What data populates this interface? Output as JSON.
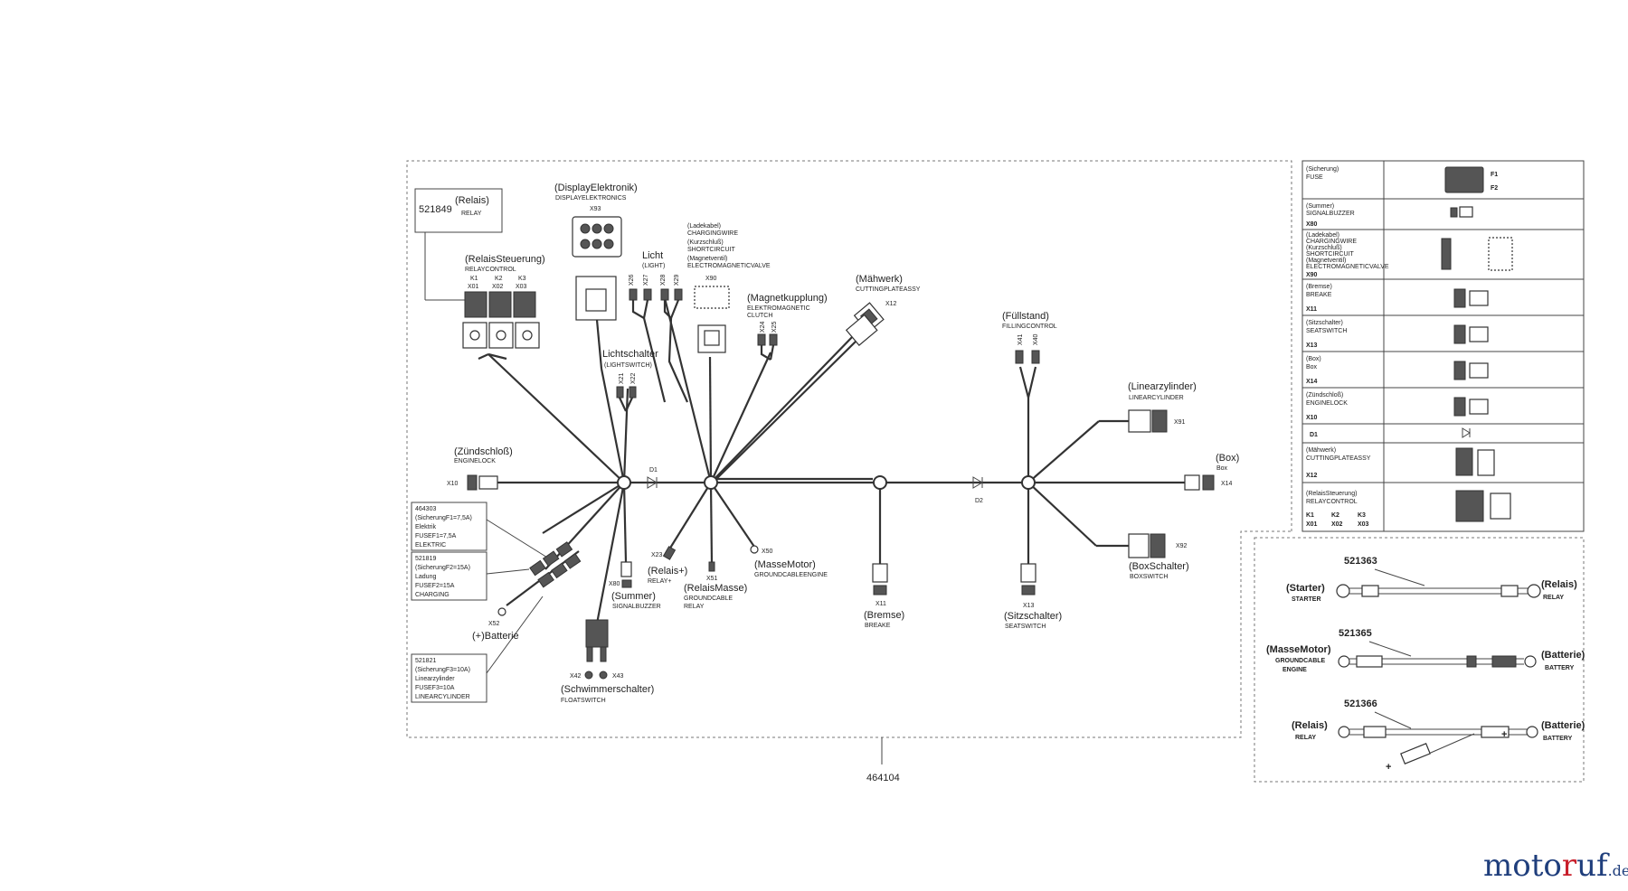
{
  "diagram": {
    "part_number": "464104",
    "relay": {
      "part": "521849",
      "name": "(Relais)",
      "sub": "RELAY"
    },
    "relay_control": {
      "name": "(RelaisSteuerung)",
      "sub": "RELAYCONTROL",
      "k1": "K1",
      "k2": "K2",
      "k3": "K3",
      "x01": "X01",
      "x02": "X02",
      "x03": "X03"
    },
    "display": {
      "name": "(DisplayElektronik)",
      "sub": "DISPLAYELEKTRONICS",
      "x": "X93"
    },
    "licht": {
      "name": "Licht",
      "sub": "(LIGHT)",
      "x26": "X26",
      "x27": "X27",
      "x28": "X28",
      "x29": "X29"
    },
    "ladekabel": {
      "l1": "(Ladekabel)",
      "l2": "CHARGINGWIRE",
      "l3": "(Kurzschluß)",
      "l4": "SHORTCIRCUIT",
      "l5": "(Magnetventil)",
      "l6": "ELECTROMAGNETICVALVE",
      "x": "X90"
    },
    "magnetkupplung": {
      "name": "(Magnetkupplung)",
      "sub1": "ELEKTROMAGNETIC",
      "sub2": "CLUTCH",
      "x24": "X24",
      "x25": "X25"
    },
    "lichtschalter": {
      "name": "Lichtschalter",
      "sub": "(LIGHTSWITCH)",
      "x21": "X21",
      "x22": "X22"
    },
    "maehwerk": {
      "name": "(Mähwerk)",
      "sub": "CUTTINGPLATEASSY",
      "x": "X12"
    },
    "fuellstand": {
      "name": "(Füllstand)",
      "sub": "FILLINGCONTROL",
      "x41": "X41",
      "x40": "X40"
    },
    "linearzylinder": {
      "name": "(Linearzylinder)",
      "sub": "LINEARCYLINDER",
      "x": "X91"
    },
    "box": {
      "name": "(Box)",
      "sub": "Box",
      "x": "X14"
    },
    "zuendschloss": {
      "name": "(Zündschloß)",
      "sub": "ENGINELOCK",
      "x": "X10"
    },
    "d1": "D1",
    "d2": "D2",
    "fuse1": {
      "l1": "464303",
      "l2": "(SicherungF1=7,5A)",
      "l3": "Elektrik",
      "l4": "FUSEF1=7,5A",
      "l5": "ELEKTRIC"
    },
    "fuse2": {
      "l1": "521819",
      "l2": "(SicherungF2=15A)",
      "l3": "Ladung",
      "l4": "FUSEF2=15A",
      "l5": "CHARGING"
    },
    "fuse3": {
      "l1": "521821",
      "l2": "(SicherungF3=10A)",
      "l3": "Linearzylinder",
      "l4": "FUSEF3=10A",
      "l5": "LINEARCYLINDER"
    },
    "batterie": {
      "x": "X52",
      "name": "(+)Batterie"
    },
    "summer": {
      "x": "X80",
      "name": "(Summer)",
      "sub": "SIGNALBUZZER"
    },
    "schwimmer": {
      "x42": "X42",
      "x43": "X43",
      "name": "(Schwimmerschalter)",
      "sub": "FLOATSWITCH"
    },
    "relais_plus": {
      "x": "X23",
      "name": "(Relais+)",
      "sub": "RELAY+"
    },
    "relais_masse": {
      "x": "X51",
      "name": "(RelaisMasse)",
      "sub1": "GROUNDCABLE",
      "sub2": "RELAY"
    },
    "masse_motor": {
      "x": "X50",
      "name": "(MasseMotor)",
      "sub": "GROUNDCABLEENGINE"
    },
    "bremse": {
      "x": "X11",
      "name": "(Bremse)",
      "sub": "BREAKE"
    },
    "sitzschalter": {
      "x": "X13",
      "name": "(Sitzschalter)",
      "sub": "SEATSWITCH"
    },
    "boxschalter": {
      "x": "X92",
      "name": "(BoxSchalter)",
      "sub": "BOXSWITCH"
    }
  },
  "legend": [
    {
      "l1": "(Sicherung)",
      "l2": "FUSE",
      "x": "",
      "f1": "F1",
      "f2": "F2"
    },
    {
      "l1": "(Summer)",
      "l2": "SIGNALBUZZER",
      "x": "X80"
    },
    {
      "l1": "(Ladekabel)",
      "l2": "CHARGINGWIRE",
      "l3": "(Kurzschluß)",
      "l4": "SHORTCIRCUIT",
      "l5": "(Magnetventil)",
      "l6": "ELECTROMAGNETICVALVE",
      "x": "X90"
    },
    {
      "l1": "(Bremse)",
      "l2": "BREAKE",
      "x": "X11"
    },
    {
      "l1": "(Sitzschalter)",
      "l2": "SEATSWITCH",
      "x": "X13"
    },
    {
      "l1": "(Box)",
      "l2": "Box",
      "x": "X14"
    },
    {
      "l1": "(Zündschloß)",
      "l2": "ENGINELOCK",
      "x": "X10"
    },
    {
      "l1": "",
      "l2": "",
      "x": "D1"
    },
    {
      "l1": "(Mähwerk)",
      "l2": "CUTTINGPLATEASSY",
      "x": "X12"
    },
    {
      "l1": "(RelaisSteuerung)",
      "l2": "RELAYCONTROL",
      "k1": "K1",
      "k2": "K2",
      "k3": "K3",
      "x01": "X01",
      "x02": "X02",
      "x03": "X03"
    }
  ],
  "cables": [
    {
      "part": "521363",
      "left": "(Starter)",
      "left_sub": "STARTER",
      "right": "(Relais)",
      "right_sub": "RELAY"
    },
    {
      "part": "521365",
      "left": "(MasseMotor)",
      "left_sub": "GROUNDCABLE",
      "left_sub2": "ENGINE",
      "right": "(Batterie)",
      "right_sub": "BATTERY"
    },
    {
      "part": "521366",
      "left": "(Relais)",
      "left_sub": "RELAY",
      "right": "(Batterie)",
      "right_sub": "BATTERY"
    }
  ],
  "brand": {
    "part1": "moto",
    "part2": "r",
    "part3": "uf",
    "tld": ".de"
  }
}
